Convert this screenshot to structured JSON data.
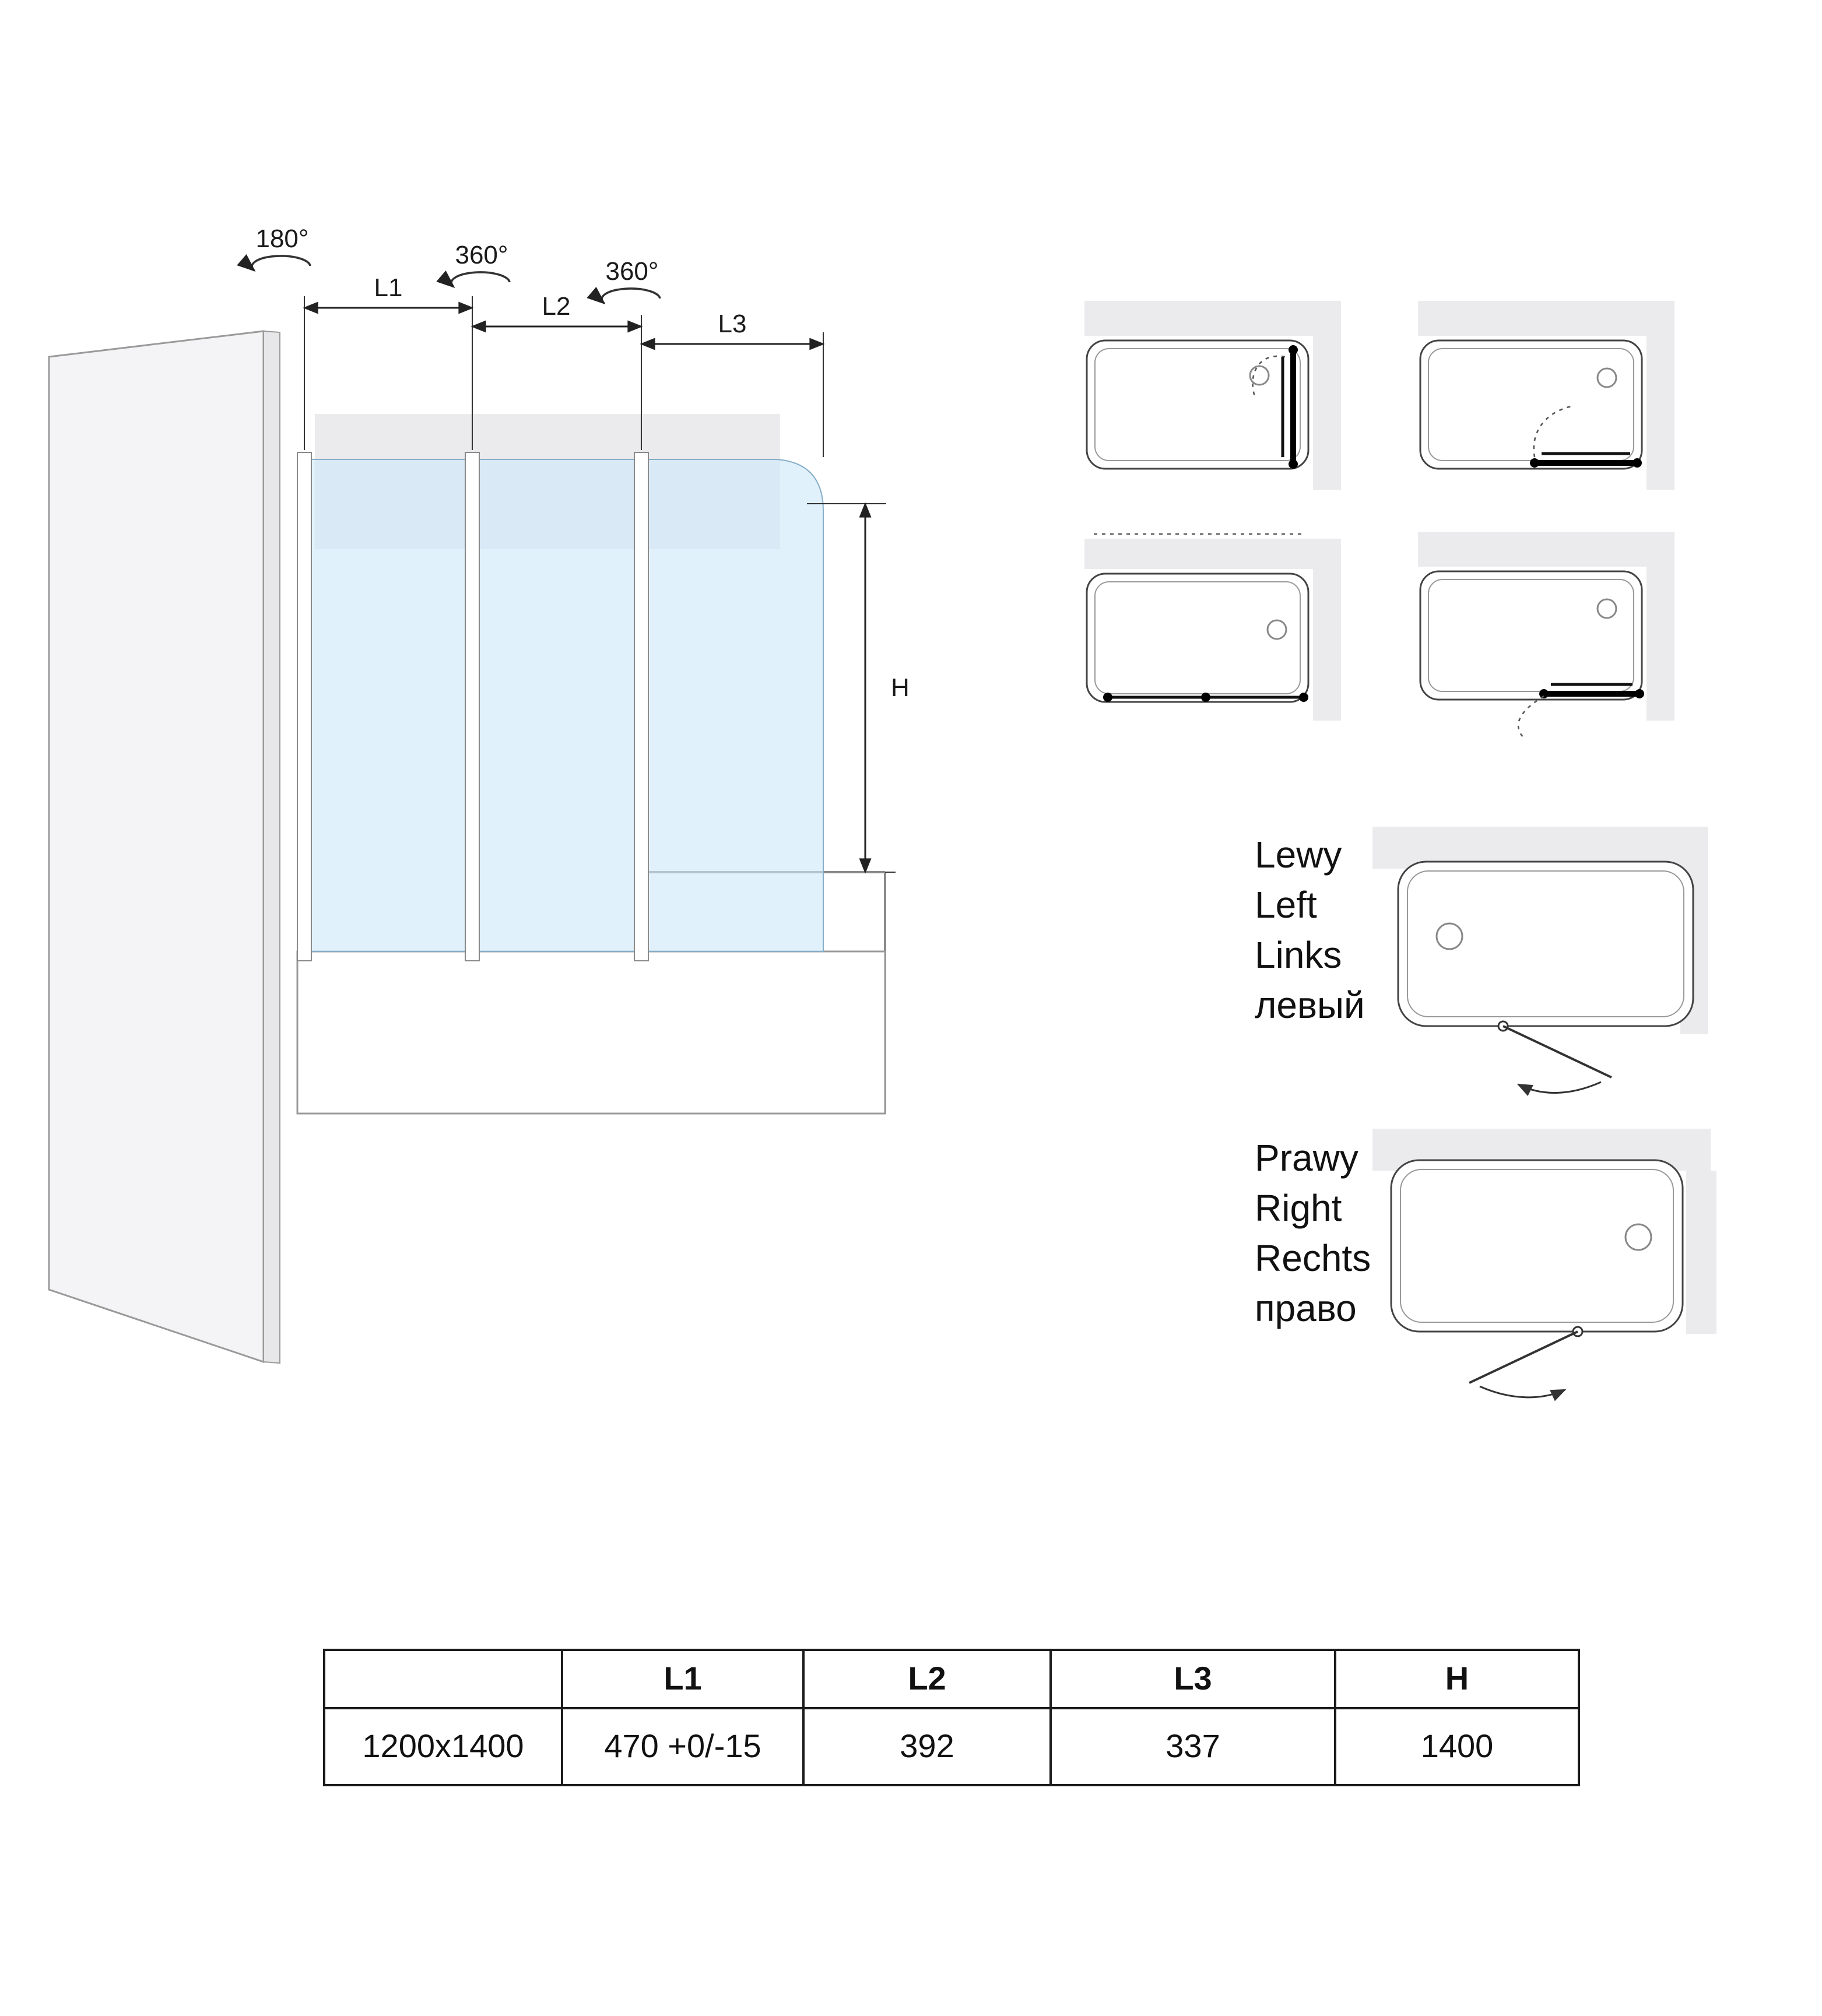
{
  "colors": {
    "glass_fill": "#cfe9fa",
    "glass_stroke": "#86aec8",
    "wall": "#ebebee",
    "slab": "#f4f4f6",
    "line": "#333333",
    "table_border": "#1b1b1b"
  },
  "main": {
    "rotations": [
      "180°",
      "360°",
      "360°"
    ],
    "dims": {
      "l1": "L1",
      "l2": "L2",
      "l3": "L3",
      "h": "H"
    }
  },
  "orientations": {
    "left": [
      "Lewy",
      "Left",
      "Links",
      "левый"
    ],
    "right": [
      "Prawy",
      "Right",
      "Rechts",
      "право"
    ]
  },
  "table": {
    "headers": [
      "",
      "L1",
      "L2",
      "L3",
      "H"
    ],
    "row": [
      "1200x1400",
      "470 +0/-15",
      "392",
      "337",
      "1400"
    ]
  }
}
